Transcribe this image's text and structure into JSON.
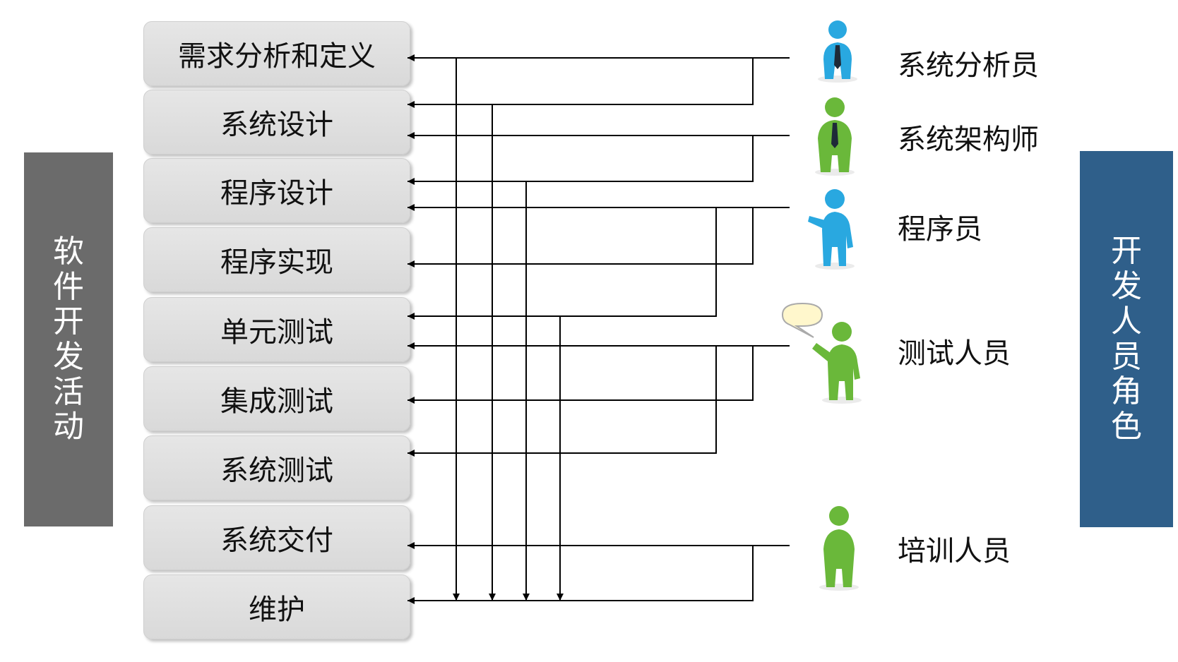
{
  "left_bar": {
    "label": "软件开发活动",
    "color": "#6b6b6b"
  },
  "right_bar": {
    "label": "开发人员角色",
    "color": "#2f5f8a"
  },
  "activities": [
    {
      "label": "需求分析和定义"
    },
    {
      "label": "系统设计"
    },
    {
      "label": "程序设计"
    },
    {
      "label": "程序实现"
    },
    {
      "label": "单元测试"
    },
    {
      "label": "集成测试"
    },
    {
      "label": "系统测试"
    },
    {
      "label": "系统交付"
    },
    {
      "label": "维护"
    }
  ],
  "roles": [
    {
      "label": "系统分析员",
      "icon": "person-blue-tie-icon",
      "color": "#29a8e0"
    },
    {
      "label": "系统架构师",
      "icon": "person-green-tie-icon",
      "color": "#6ab83a"
    },
    {
      "label": "程序员",
      "icon": "person-blue-pointing-icon",
      "color": "#29a8e0"
    },
    {
      "label": "测试人员",
      "icon": "person-green-speech-bubble-icon",
      "color": "#6ab83a"
    },
    {
      "label": "培训人员",
      "icon": "person-green-icon",
      "color": "#6ab83a"
    }
  ]
}
